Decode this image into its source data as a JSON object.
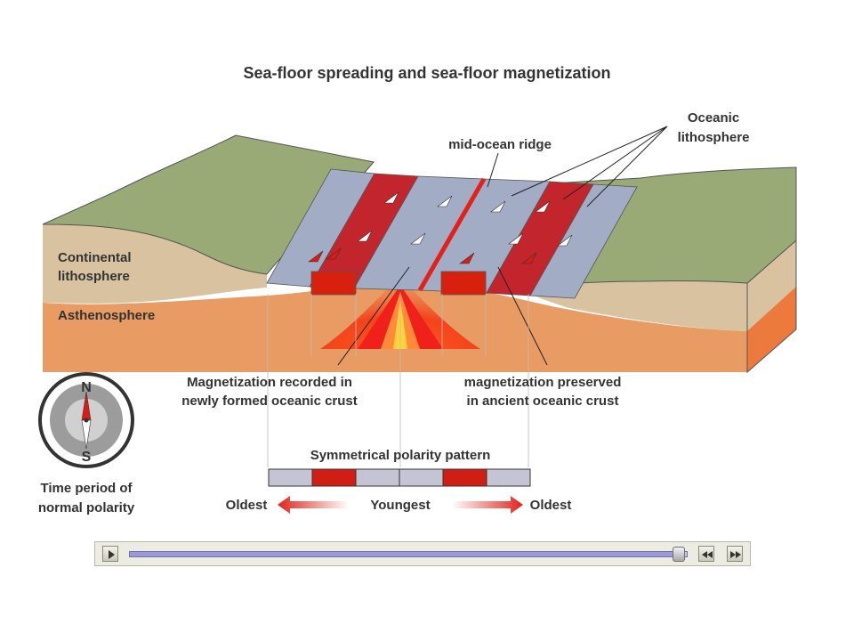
{
  "title": "Sea-floor spreading and sea-floor magnetization",
  "labels": {
    "mid_ocean_ridge": "mid-ocean ridge",
    "oceanic_lithosphere_line1": "Oceanic",
    "oceanic_lithosphere_line2": "lithosphere",
    "continental_line1": "Continental",
    "continental_line2": "lithosphere",
    "asthenosphere": "Asthenosphere",
    "recorded_line1": "Magnetization recorded in",
    "recorded_line2": "newly formed oceanic crust",
    "preserved_line1": "magnetization preserved",
    "preserved_line2": "in ancient oceanic crust",
    "symmetrical": "Symmetrical polarity pattern",
    "oldest_left": "Oldest",
    "youngest": "Youngest",
    "oldest_right": "Oldest"
  },
  "compass": {
    "north": "N",
    "south": "S",
    "caption_line1": "Time period of",
    "caption_line2": "normal polarity"
  },
  "polarity_pattern": [
    "reversed",
    "normal",
    "reversed",
    "reversed",
    "normal",
    "reversed"
  ],
  "colors": {
    "normal_polarity": "#d01e14",
    "reversed_polarity": "#c4c4d4",
    "oceanic_band": "#a2acc4",
    "continent_surface": "#9aaa76",
    "continental_lithosphere": "#d8c2a0",
    "asthenosphere": "#e89b62",
    "magma": "#e8231a"
  },
  "player": {
    "progress": 0.985,
    "play_icon": "play-icon",
    "rewind_icon": "rewind-icon",
    "forward_icon": "fast-forward-icon"
  }
}
